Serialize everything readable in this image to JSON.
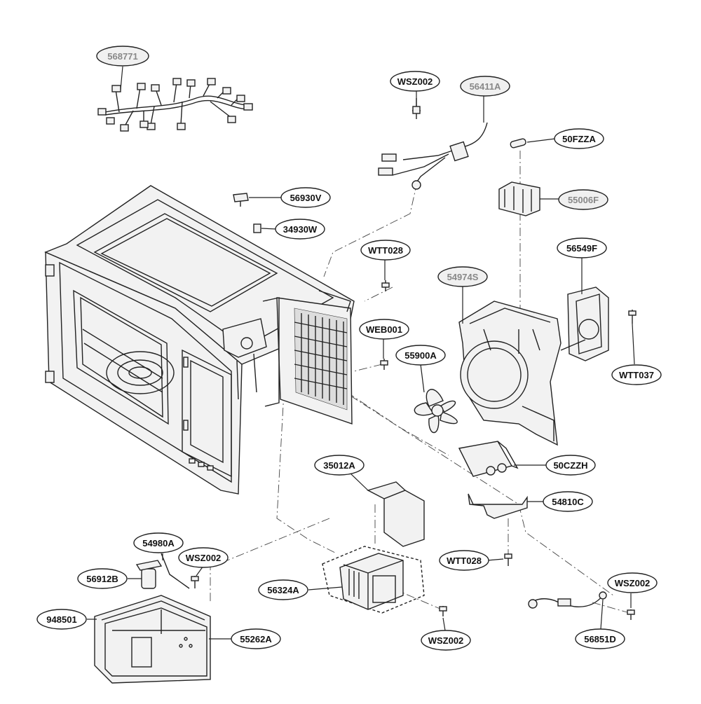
{
  "callouts": [
    {
      "code": "568771",
      "shade": "grey"
    },
    {
      "code": "WSZ002",
      "shade": "white"
    },
    {
      "code": "56411A",
      "shade": "grey"
    },
    {
      "code": "50FZZA",
      "shade": "white"
    },
    {
      "code": "56930V",
      "shade": "white"
    },
    {
      "code": "55006F",
      "shade": "grey"
    },
    {
      "code": "34930W",
      "shade": "white"
    },
    {
      "code": "WTT028",
      "shade": "white"
    },
    {
      "code": "56549F",
      "shade": "white"
    },
    {
      "code": "54974S",
      "shade": "grey"
    },
    {
      "code": "WEB001",
      "shade": "white"
    },
    {
      "code": "55900A",
      "shade": "white"
    },
    {
      "code": "WTT037",
      "shade": "white"
    },
    {
      "code": "35012A",
      "shade": "white"
    },
    {
      "code": "50CZZH",
      "shade": "white"
    },
    {
      "code": "54810C",
      "shade": "white"
    },
    {
      "code": "54980A",
      "shade": "white"
    },
    {
      "code": "WSZ002",
      "shade": "white"
    },
    {
      "code": "WTT028",
      "shade": "white"
    },
    {
      "code": "56912B",
      "shade": "white"
    },
    {
      "code": "WSZ002",
      "shade": "white"
    },
    {
      "code": "56324A",
      "shade": "white"
    },
    {
      "code": "948501",
      "shade": "white"
    },
    {
      "code": "55262A",
      "shade": "white"
    },
    {
      "code": "WSZ002",
      "shade": "white"
    },
    {
      "code": "56851D",
      "shade": "white"
    }
  ]
}
